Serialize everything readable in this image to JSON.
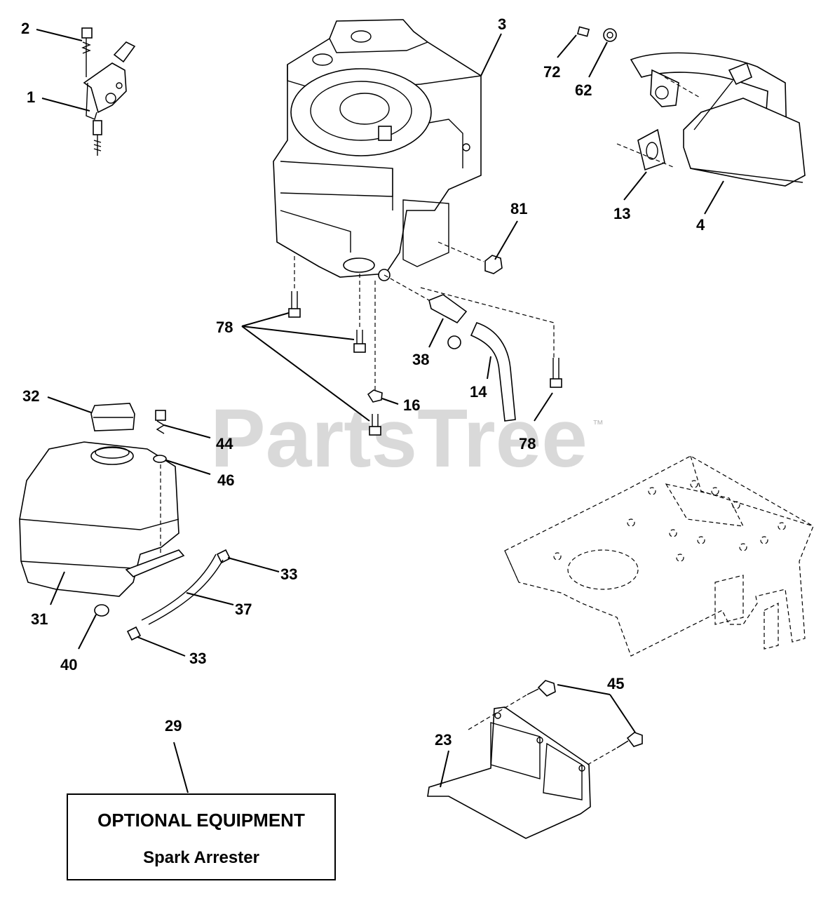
{
  "watermark": {
    "brand": "PartsTree",
    "trademark": "™"
  },
  "callouts": {
    "c1": "1",
    "c2": "2",
    "c3": "3",
    "c4": "4",
    "c13": "13",
    "c14": "14",
    "c16": "16",
    "c23": "23",
    "c29": "29",
    "c31": "31",
    "c32": "32",
    "c33a": "33",
    "c33b": "33",
    "c37": "37",
    "c38": "38",
    "c40": "40",
    "c44": "44",
    "c45": "45",
    "c46": "46",
    "c62": "62",
    "c72": "72",
    "c78a": "78",
    "c78b": "78",
    "c81": "81"
  },
  "optional_box": {
    "title": "OPTIONAL EQUIPMENT",
    "subtitle": "Spark Arrester"
  }
}
